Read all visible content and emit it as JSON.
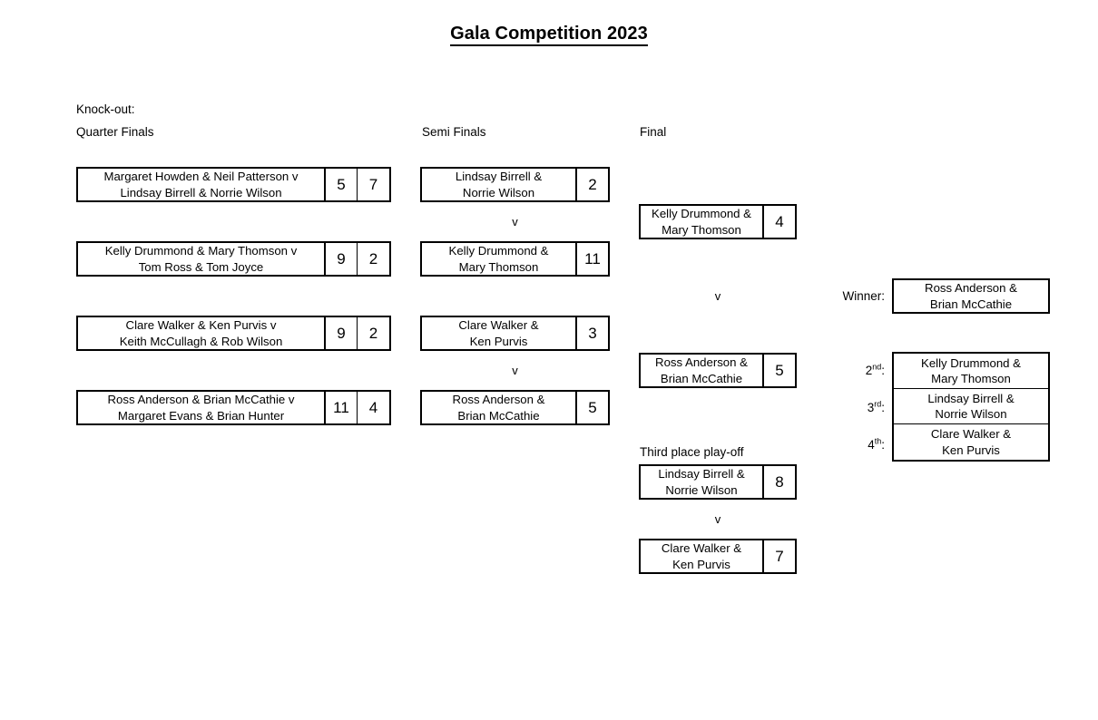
{
  "document": {
    "title": "Gala Competition 2023"
  },
  "sections": {
    "knockout_label": "Knock-out:",
    "quarter_finals_label": "Quarter Finals",
    "semi_finals_label": "Semi Finals",
    "final_label": "Final",
    "third_place_label": "Third place play-off",
    "versus": "v",
    "winner_label": "Winner:"
  },
  "quarter_finals": [
    {
      "match": "Margaret Howden  & Neil Patterson v Lindsay Birrell & Norrie Wilson",
      "line1": "Margaret Howden  & Neil Patterson v",
      "line2": "Lindsay Birrell & Norrie Wilson",
      "score1": "5",
      "score2": "7"
    },
    {
      "match": "Kelly Drummond & Mary Thomson v Tom Ross & Tom Joyce",
      "line1": "Kelly Drummond & Mary Thomson v",
      "line2": "Tom Ross & Tom Joyce",
      "score1": "9",
      "score2": "2"
    },
    {
      "match": "Clare Walker & Ken Purvis v Keith McCullagh & Rob Wilson",
      "line1": "Clare Walker & Ken Purvis v",
      "line2": "Keith McCullagh & Rob Wilson",
      "score1": "9",
      "score2": "2"
    },
    {
      "match": "Ross Anderson & Brian McCathie v Margaret Evans & Brian Hunter",
      "line1": "Ross Anderson & Brian McCathie v",
      "line2": "Margaret Evans & Brian Hunter",
      "score1": "11",
      "score2": "4"
    }
  ],
  "semi_finals": [
    {
      "top": {
        "line1": "Lindsay Birrell &",
        "line2": "Norrie Wilson",
        "score": "2"
      },
      "bottom": {
        "line1": "Kelly Drummond &",
        "line2": "Mary Thomson",
        "score": "11"
      }
    },
    {
      "top": {
        "line1": "Clare Walker &",
        "line2": "Ken Purvis",
        "score": "3"
      },
      "bottom": {
        "line1": "Ross Anderson &",
        "line2": "Brian McCathie",
        "score": "5"
      }
    }
  ],
  "final": {
    "top": {
      "line1": "Kelly Drummond &",
      "line2": "Mary Thomson",
      "score": "4"
    },
    "bottom": {
      "line1": "Ross Anderson &",
      "line2": "Brian McCathie",
      "score": "5"
    }
  },
  "third_place_playoff": {
    "top": {
      "line1": "Lindsay Birrell &",
      "line2": "Norrie Wilson",
      "score": "8"
    },
    "bottom": {
      "line1": "Clare Walker &",
      "line2": "Ken Purvis",
      "score": "7"
    }
  },
  "results": {
    "winner": {
      "line1": "Ross Anderson &",
      "line2": "Brian McCathie"
    },
    "places": [
      {
        "rank": "2",
        "ordinal": "nd",
        "suffix": ":",
        "line1": "Kelly Drummond &",
        "line2": "Mary Thomson"
      },
      {
        "rank": "3",
        "ordinal": "rd",
        "suffix": ":",
        "line1": "Lindsay Birrell &",
        "line2": "Norrie Wilson"
      },
      {
        "rank": "4",
        "ordinal": "th",
        "suffix": ":",
        "line1": "Clare Walker &",
        "line2": "Ken Purvis"
      }
    ]
  }
}
